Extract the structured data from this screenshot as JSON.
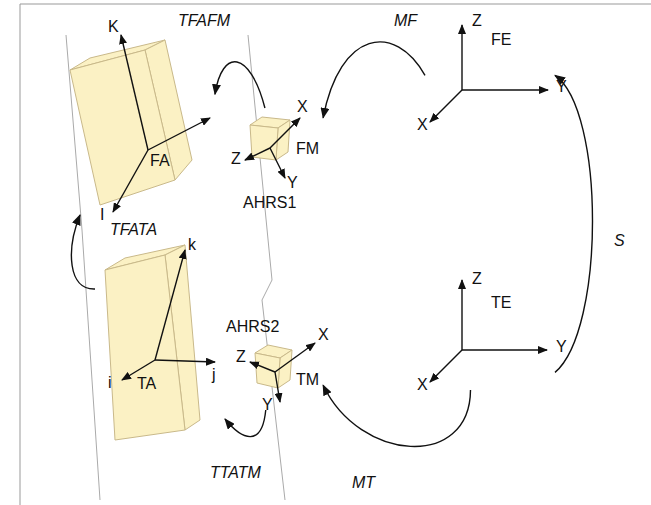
{
  "diagram": {
    "nodes": [
      {
        "text": [
          "FA"
        ]
      },
      {
        "text": [
          "FM"
        ]
      },
      {
        "text": [
          "FE"
        ]
      },
      {
        "text": [
          "TA"
        ]
      },
      {
        "text": [
          "TM"
        ]
      },
      {
        "text": [
          "TE"
        ]
      }
    ],
    "edges": [
      {
        "from": 1,
        "to": 0,
        "label": "TFAFM",
        "arrow": "to"
      },
      {
        "from": 2,
        "to": 1,
        "label": "MF",
        "arrow": "to"
      },
      {
        "from": 5,
        "to": 2,
        "label": "S",
        "arrow": "to"
      },
      {
        "from": 3,
        "to": 0,
        "label": "TFATA",
        "arrow": "to"
      },
      {
        "from": 4,
        "to": 3,
        "label": "TTATM",
        "arrow": "to"
      },
      {
        "from": 5,
        "to": 4,
        "label": "MT",
        "arrow": "to"
      }
    ],
    "labels": [
      "K",
      "I",
      "X",
      "Z",
      "Y",
      "AHRS1",
      "Z",
      "Y",
      "X",
      "Z",
      "Y",
      "X",
      "k",
      "i",
      "j",
      "Z",
      "X",
      "Y",
      "AHRS2"
    ]
  }
}
